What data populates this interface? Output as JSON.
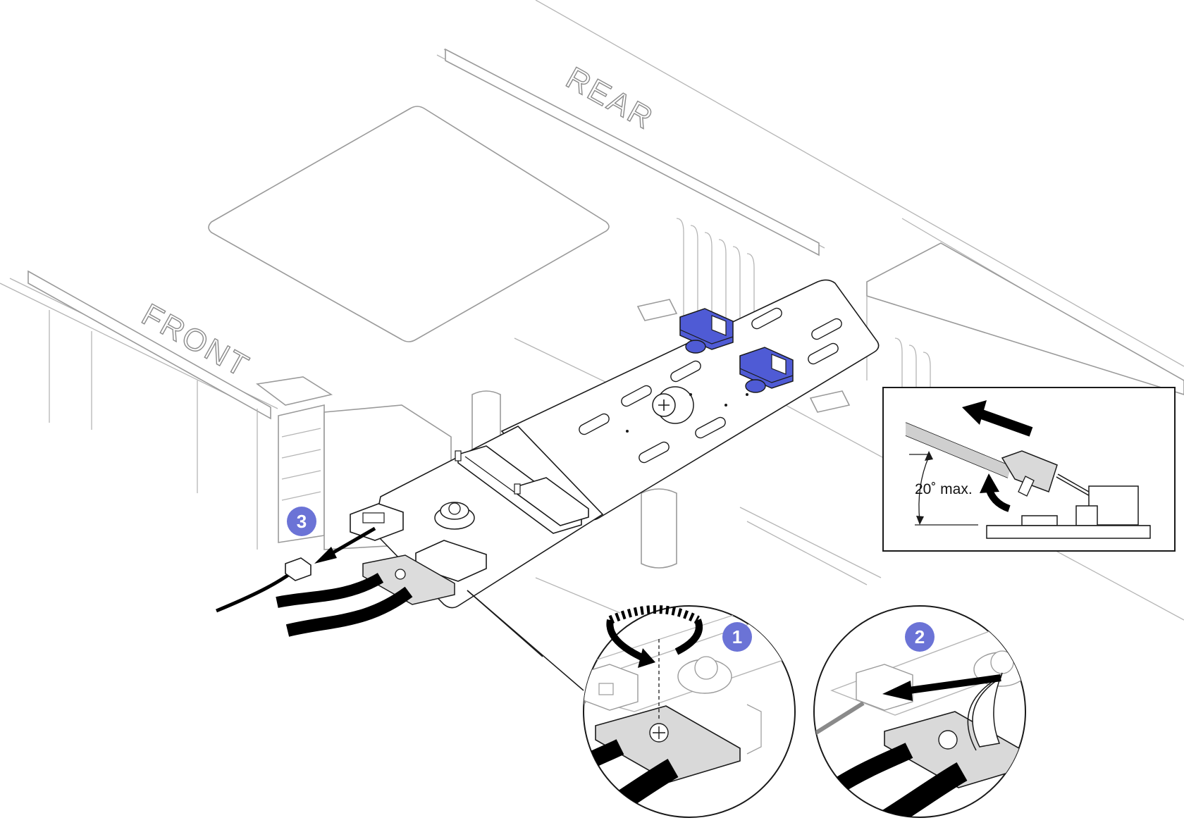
{
  "labels": {
    "rear": "REAR",
    "front": "FRONT",
    "angle": "20˚ max."
  },
  "steps": [
    {
      "number": "1"
    },
    {
      "number": "2"
    },
    {
      "number": "3"
    }
  ],
  "colors": {
    "step_badge": "#6b73d6",
    "latch_blue": "#4f5bd5",
    "outline": "#1a1a1a",
    "chassis_line": "#a8a8a8",
    "cable": "#000000"
  }
}
